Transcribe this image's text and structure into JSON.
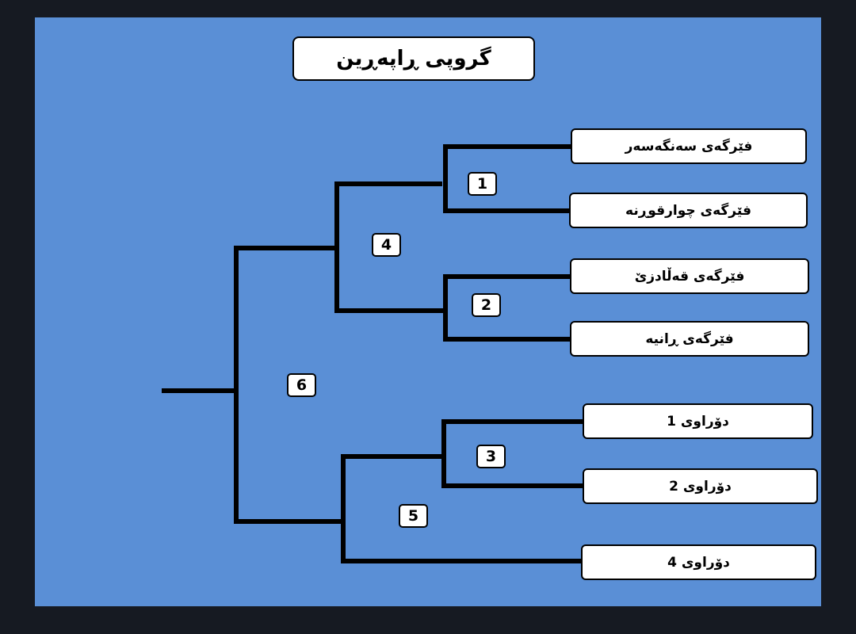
{
  "title": "گروپی ڕاپەڕین",
  "teams": [
    "فێرگەی سەنگەسەر",
    "فێرگەی چوارقوڕنە",
    "فێرگەی قەڵادزێ",
    "فێرگەی ڕانیە",
    "دۆراوی 1",
    "دۆراوی 2",
    "دۆراوی 4"
  ],
  "matches": [
    "1",
    "2",
    "3",
    "4",
    "5",
    "6"
  ],
  "colors": {
    "board": "#5a8fd6",
    "frame": "#161a22",
    "box": "#ffffff",
    "line": "#000000"
  }
}
